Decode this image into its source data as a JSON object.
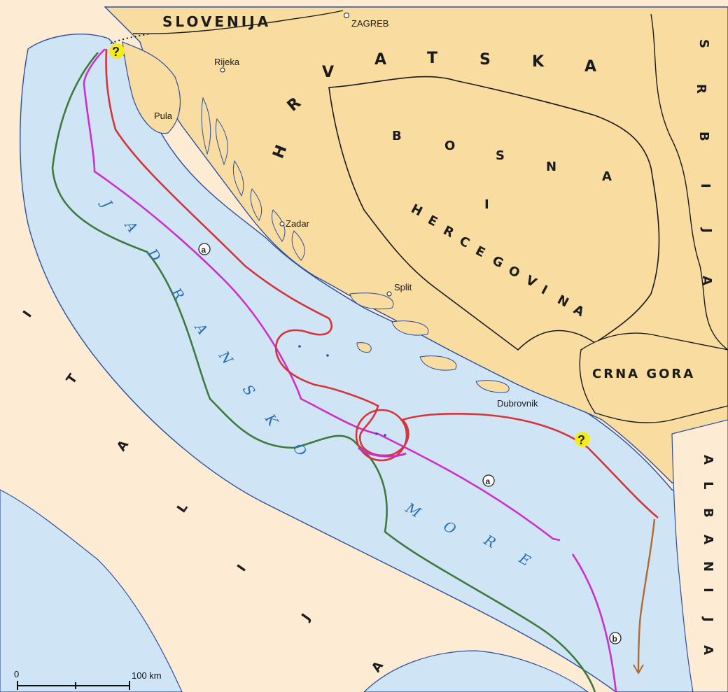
{
  "countries": {
    "slovenija": "SLOVENIJA",
    "hrvatska": [
      "H",
      "R",
      "V",
      "A",
      "T",
      "S",
      "K",
      "A"
    ],
    "bosna": [
      "B",
      "O",
      "S",
      "N",
      "A"
    ],
    "i": "I",
    "hercegovina": [
      "H",
      "E",
      "R",
      "C",
      "E",
      "G",
      "O",
      "V",
      "I",
      "N",
      "A"
    ],
    "srbija": [
      "S",
      "R",
      "B",
      "I",
      "J",
      "A"
    ],
    "crna_gora": "CRNA GORA",
    "albanija": [
      "A",
      "L",
      "B",
      "A",
      "N",
      "I",
      "J",
      "A"
    ],
    "italija": [
      "I",
      "T",
      "A",
      "L",
      "I",
      "J",
      "A"
    ]
  },
  "sea": {
    "jadransko": [
      "J",
      "A",
      "D",
      "R",
      "A",
      "N",
      "S",
      "K",
      "O"
    ],
    "more": [
      "M",
      "O",
      "R",
      "E"
    ]
  },
  "cities": [
    "ZAGREB",
    "Rijeka",
    "Pula",
    "Zadar",
    "Split",
    "Dubrovnik"
  ],
  "markers": {
    "question": "?",
    "a": "a",
    "b": "b"
  },
  "scale": {
    "start": "0",
    "end": "100 km"
  },
  "colors": {
    "sea": "#cfe5f5",
    "land": "#f8dca0",
    "foreign_land": "#fdebd3",
    "red_line": "#d6333a",
    "magenta_line": "#cc2fcc",
    "green_line": "#3e7a3e",
    "brown_line": "#b06a2e",
    "marker_yellow": "#f3ec1c"
  }
}
